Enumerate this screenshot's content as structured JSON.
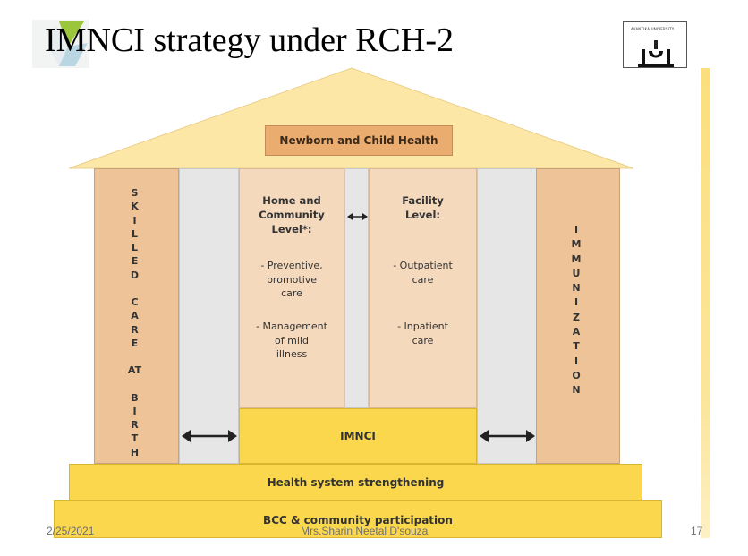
{
  "slide": {
    "title": "IMNCI strategy under RCH-2",
    "crest_caption": "AVANTIKA UNIVERSITY"
  },
  "diagram": {
    "roof_label": "Newborn and Child Health",
    "left_pillar_words": [
      [
        "S",
        "K",
        "I",
        "L",
        "L",
        "E",
        "D"
      ],
      [
        "C",
        "A",
        "R",
        "E"
      ],
      [
        "AT"
      ],
      [
        "B",
        "I",
        "R",
        "T",
        "H"
      ]
    ],
    "right_pillar_letters": [
      "I",
      "M",
      "M",
      "U",
      "N",
      "I",
      "Z",
      "A",
      "T",
      "I",
      "O",
      "N"
    ],
    "home_column": {
      "heading": [
        "Home and",
        "Community",
        "Level*:"
      ],
      "items": [
        [
          "- Preventive,",
          "promotive",
          "care"
        ],
        [
          "- Management",
          "of mild",
          "illness"
        ]
      ]
    },
    "facility_column": {
      "heading": [
        "Facility",
        "Level:"
      ],
      "items": [
        [
          "- Outpatient",
          "care"
        ],
        [
          "- Inpatient",
          "care"
        ]
      ]
    },
    "base_label": "IMNCI",
    "step1_label": "Health system strengthening",
    "step2_label": "BCC & community participation"
  },
  "footer": {
    "date": "2/25/2021",
    "author": "Mrs.Sharin Neetal D'souza",
    "page": "17"
  },
  "colors": {
    "roof": "#fde7a6",
    "newborn_box": "#ebad6f",
    "pillar": "#eec397",
    "column": "#f5d9bd",
    "gray": "#e6e6e6",
    "foundation": "#fbd74e"
  }
}
